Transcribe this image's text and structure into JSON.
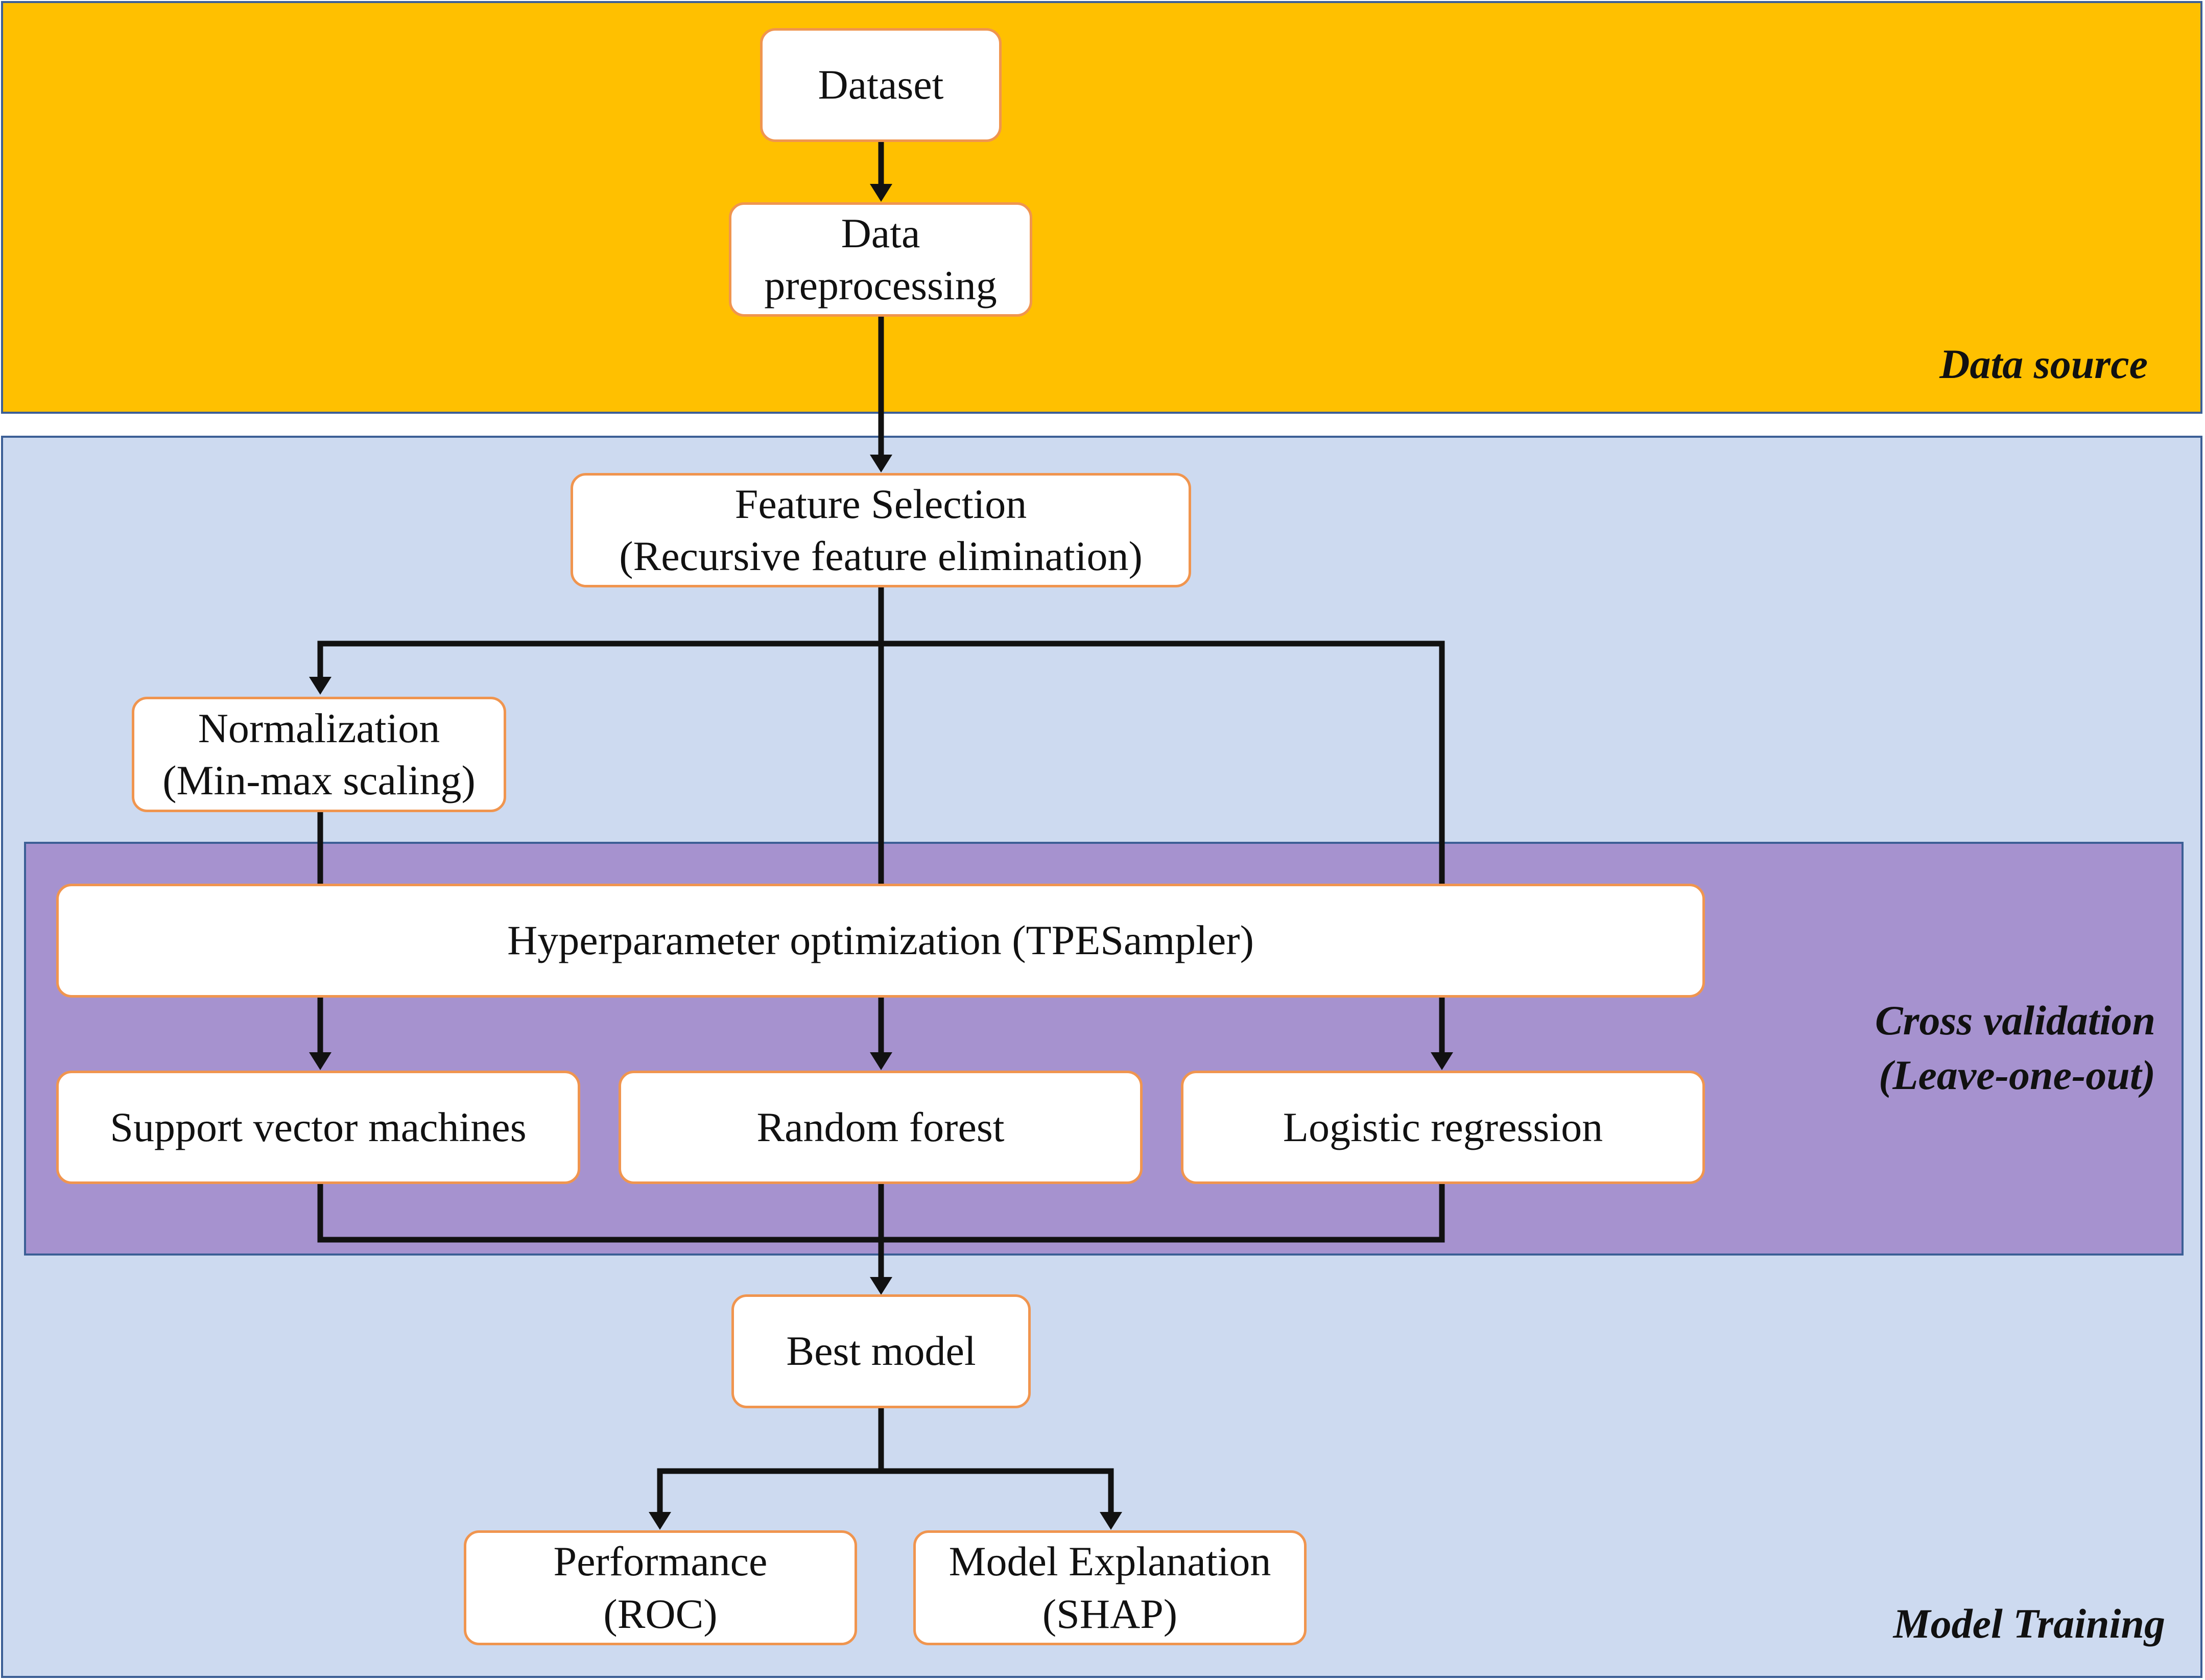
{
  "regions": {
    "data_source": "Data source",
    "model_training": "Model Training",
    "cross_validation": [
      "Cross validation",
      "(Leave-one-out)"
    ]
  },
  "nodes": {
    "dataset": [
      "Dataset"
    ],
    "preprocessing": [
      "Data",
      "preprocessing"
    ],
    "feature_selection": [
      "Feature Selection",
      "(Recursive feature elimination)"
    ],
    "normalization": [
      "Normalization",
      "(Min-max scaling)"
    ],
    "hyperparameter": [
      "Hyperparameter optimization (TPESampler)"
    ],
    "svm": [
      "Support vector machines"
    ],
    "random_forest": [
      "Random forest"
    ],
    "logistic_regression": [
      "Logistic regression"
    ],
    "best_model": [
      "Best model"
    ],
    "performance": [
      "Performance",
      "(ROC)"
    ],
    "explanation": [
      "Model Explanation",
      "(SHAP)"
    ]
  },
  "colors": {
    "data_source_bg": "#ffc000",
    "model_training_bg": "#cddaf0",
    "cross_validation_bg": "#a692cf",
    "node_border": "#f0954f",
    "edge": "#111111"
  }
}
